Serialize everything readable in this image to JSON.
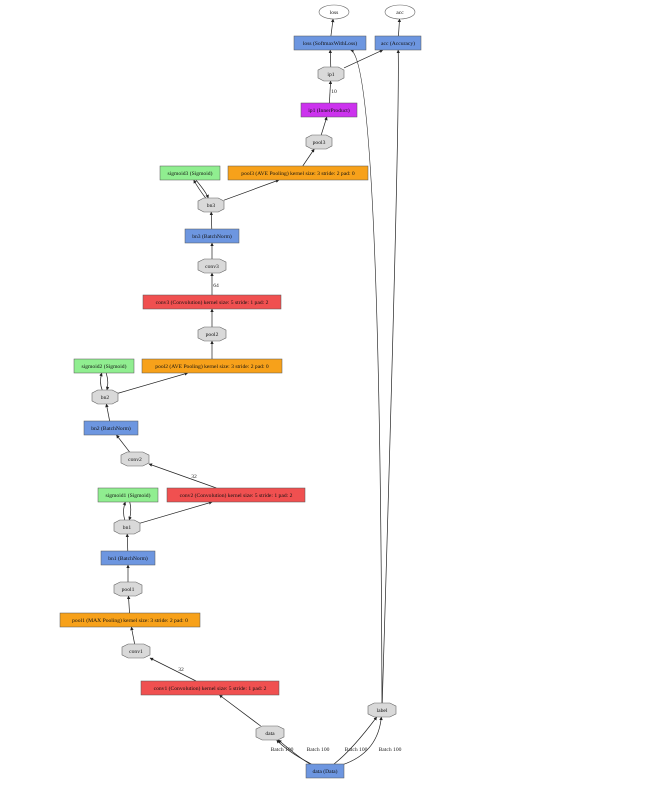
{
  "colors": {
    "convolution": "#f05050",
    "pooling": "#f7a11a",
    "batchnorm": "#6d96e0",
    "sigmoid": "#90ee90",
    "innerproduct": "#cc33ee",
    "loss": "#6d96e0",
    "blob": "#d9d9d9"
  },
  "nodes": {
    "loss_out": "loss",
    "acc_out": "acc",
    "loss_layer": "loss (SoftmaxWithLoss)",
    "acc_layer": "acc (Accuracy)",
    "ip1_blob": "ip1",
    "ip1_layer": "ip1 (InnerProduct)",
    "pool3_blob": "pool3",
    "sigmoid3_layer": "sigmoid3 (Sigmoid)",
    "pool3_layer": "pool3 (AVE Pooling) kernel size: 3 stride: 2 pad: 0",
    "bn3_blob": "bn3",
    "bn3_layer": "bn3 (BatchNorm)",
    "conv3_blob": "conv3",
    "conv3_layer": "conv3 (Convolution) kernel size: 5 stride: 1 pad: 2",
    "pool2_blob": "pool2",
    "sigmoid2_layer": "sigmoid2 (Sigmoid)",
    "pool2_layer": "pool2 (AVE Pooling) kernel size: 3 stride: 2 pad: 0",
    "bn2_blob": "bn2",
    "bn2_layer": "bn2 (BatchNorm)",
    "conv2_blob": "conv2",
    "sigmoid1_layer": "sigmoid1 (Sigmoid)",
    "conv2_layer": "conv2 (Convolution) kernel size: 5 stride: 1 pad: 2",
    "bn1_blob": "bn1",
    "bn1_layer": "bn1 (BatchNorm)",
    "pool1_blob": "pool1",
    "pool1_layer": "pool1 (MAX Pooling) kernel size: 3 stride: 2 pad: 0",
    "conv1_blob": "conv1",
    "conv1_layer": "conv1 (Convolution) kernel size: 5 stride: 1 pad: 2",
    "label_blob": "label",
    "data_blob": "data",
    "data_layer": "data (Data)"
  },
  "edge_labels": {
    "ip1_out": "10",
    "conv3_out": "64",
    "conv2_out": "32",
    "conv1_out": "32",
    "data_batch_1": "Batch 100",
    "data_batch_2": "Batch 100",
    "label_batch_1": "Batch 100",
    "label_batch_2": "Batch 100"
  }
}
